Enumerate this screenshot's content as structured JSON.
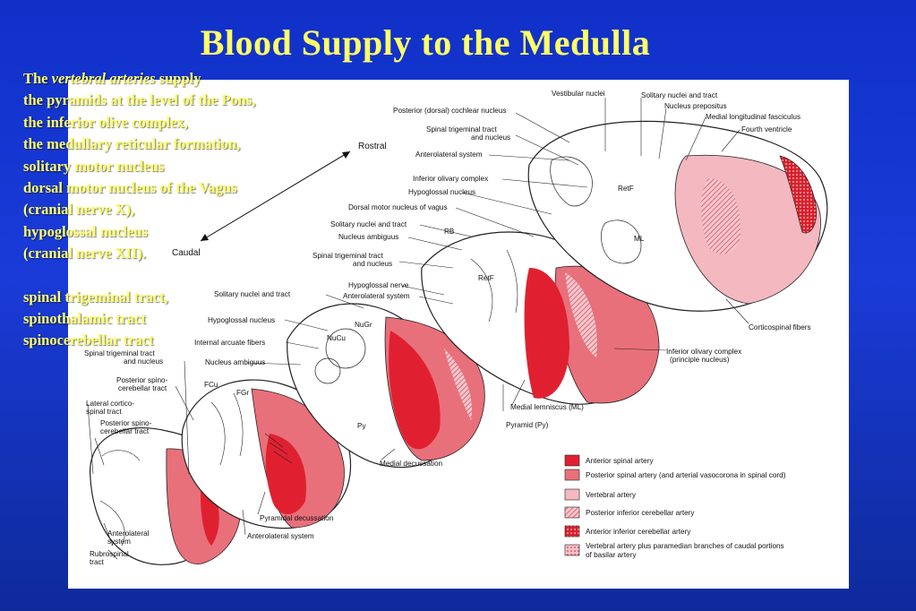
{
  "title": "Blood Supply to the Medulla",
  "text": {
    "intro_prefix": "The ",
    "intro_italic": "vertebral arteries",
    "intro_suffix": " supply",
    "lines": [
      "the pyramids at the level of the Pons,",
      "the inferior olive complex,",
      "the medullary reticular formation,",
      "solitary motor nucleus",
      "dorsal motor nucleus of the Vagus",
      "(cranial nerve X),",
      "hypoglossal nucleus",
      "(cranial nerve XII)."
    ],
    "lines2": [
      "spinal trigeminal tract,",
      "spinothalamic tract",
      "spinocerebellar tract"
    ]
  },
  "colors": {
    "background": "#1a3bd8",
    "title": "#ffff66",
    "anterior_spinal": "#e02030",
    "posterior_spinal": "#e8707a",
    "vertebral": "#f4b8c0"
  },
  "diagram": {
    "rostral": "Rostral",
    "caudal": "Caudal",
    "labels": {
      "vestibular_nuclei": "Vestibular nuclei",
      "solitary_nuclei_top": "Solitary nuclei and tract",
      "nucleus_prepositus": "Nucleus prepositus",
      "medial_longitudinal": "Medial longitudinal fasciculus",
      "fourth_ventricle": "Fourth ventricle",
      "posterior_cochlear": "Posterior (dorsal) cochlear nucleus",
      "spinal_trig_1a": "Spinal trigeminal tract",
      "spinal_trig_1b": "and nucleus",
      "anterolateral_1": "Anterolateral system",
      "inferior_olivary": "Inferior olivary complex",
      "hypoglossal_1": "Hypoglossal nucleus",
      "dorsal_motor_vagus": "Dorsal motor nucleus of vagus",
      "solitary_2": "Solitary nuclei and tract",
      "nucleus_ambiguus_1": "Nucleus ambiguus",
      "spinal_trig_2a": "Spinal trigeminal tract",
      "spinal_trig_2b": "and nucleus",
      "hypoglossal_nerve": "Hypoglossal nerve",
      "anterolateral_2": "Anterolateral system",
      "solitary_3": "Solitary nuclei and tract",
      "hypoglossal_2": "Hypoglossal nucleus",
      "internal_arcuate": "Internal arcuate fibers",
      "nucleus_ambiguus_2": "Nucleus ambiguus",
      "spinal_trig_3a": "Spinal trigeminal tract",
      "spinal_trig_3b": "and nucleus",
      "posterior_spino_1a": "Posterior spino-",
      "posterior_spino_1b": "cerebellar tract",
      "lateral_cortico_a": "Lateral cortico-",
      "lateral_cortico_b": "spinal tract",
      "posterior_spino_2a": "Posterior spino-",
      "posterior_spino_2b": "cerebellar tract",
      "anterolateral_3a": "Anterolateral",
      "anterolateral_3b": "system",
      "rubrospinal_a": "Rubrospinal",
      "rubrospinal_b": "tract",
      "pyramidal_decussation": "Pyramidal decussation",
      "anterolateral_4": "Anterolateral system",
      "medial_decussation": "Medial decussation",
      "pyramid": "Pyramid (Py)",
      "medial_lemniscus": "Medial lemniscus (ML)",
      "inferior_olivary_2a": "Inferior olivary complex",
      "inferior_olivary_2b": "(principle nucleus)",
      "corticospinal": "Corticospinal fibers",
      "RetF_1": "RetF",
      "RetF_2": "RetF",
      "ML": "ML",
      "RB": "RB",
      "NuGr": "NuGr",
      "NuCu": "NuCu",
      "FCu": "FCu",
      "FGr": "FGr",
      "Py": "Py"
    },
    "legend": [
      {
        "label": "Anterior spinal artery",
        "swatch": "solid-dark"
      },
      {
        "label": "Posterior spinal artery (and arterial vasocorona in spinal cord)",
        "swatch": "solid-mid"
      },
      {
        "label": "Vertebral artery",
        "swatch": "solid-light"
      },
      {
        "label": "Posterior inferior cerebellar artery",
        "swatch": "hatched"
      },
      {
        "label": "Anterior inferior cerebellar artery",
        "swatch": "dotted-dark"
      },
      {
        "label": "Vertebral artery plus paramedian branches of caudal portions",
        "label2": "of basilar artery",
        "swatch": "dotted-light"
      }
    ]
  }
}
